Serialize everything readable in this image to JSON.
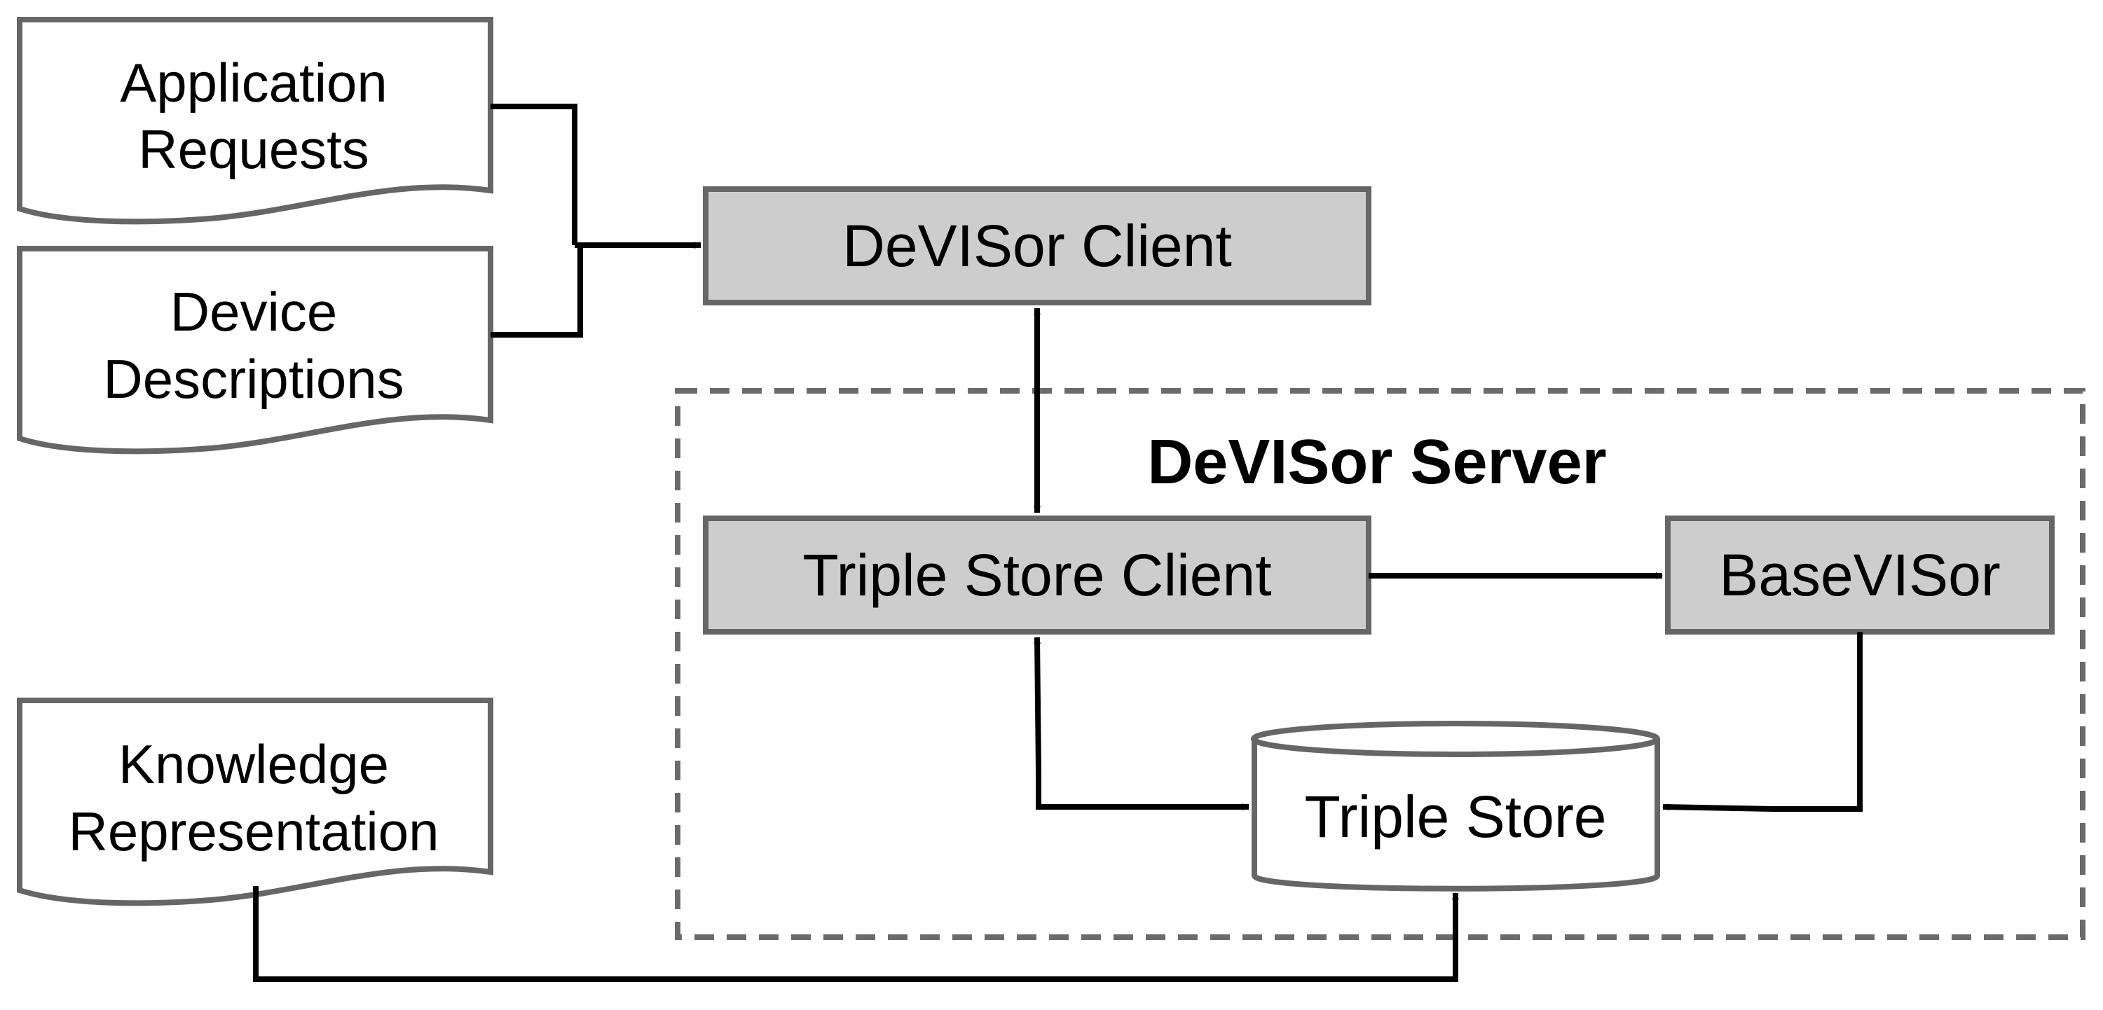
{
  "documents": {
    "application_requests": [
      "Application",
      "Requests"
    ],
    "device_descriptions": [
      "Device",
      "Descriptions"
    ],
    "knowledge_representation": [
      "Knowledge",
      "Representation"
    ]
  },
  "components": {
    "devisor_client": "DeVISor Client",
    "triple_store_client": "Triple Store Client",
    "basevisor": "BaseVISor",
    "triple_store": "Triple Store"
  },
  "server": {
    "title": "DeVISor Server"
  },
  "colors": {
    "box_fill": "#cdcdcd",
    "box_stroke": "#666666",
    "document_fill": "#ffffff",
    "arrow": "#000000",
    "server_border": "#6b6b6b"
  }
}
